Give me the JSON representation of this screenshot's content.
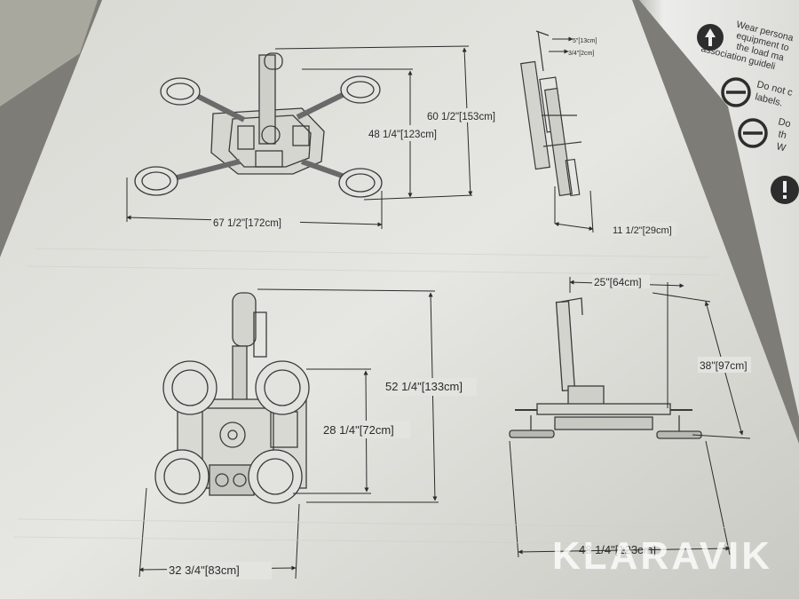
{
  "diagrams": {
    "top_view": {
      "width": "67 1/2\"[172cm]",
      "height_inner": "48 1/4\"[123cm]",
      "height_outer": "60 1/2\"[153cm]"
    },
    "side_view_top": {
      "small_1": "5\"[13cm]",
      "small_2": "3/4\"[2cm]",
      "depth": "11 1/2\"[29cm]"
    },
    "front_view": {
      "width": "32 3/4\"[83cm]",
      "height_inner": "28 1/4\"[72cm]",
      "height_outer": "52 1/4\"[133cm]"
    },
    "side_view_bottom": {
      "top_width": "25\"[64cm]",
      "height": "38\"[97cm]",
      "base_width": "48 1/4\"[123cm]"
    }
  },
  "safety_page": {
    "lines": [
      "Wear persona",
      "equipment to",
      "the load ma",
      "association guideli",
      "Do not c",
      "labels.",
      "Do",
      "th",
      "W"
    ],
    "icons": [
      "ppe-icon",
      "prohibition-icon",
      "prohibition-icon",
      "warning-icon"
    ]
  },
  "watermark": "KLARAVIK"
}
